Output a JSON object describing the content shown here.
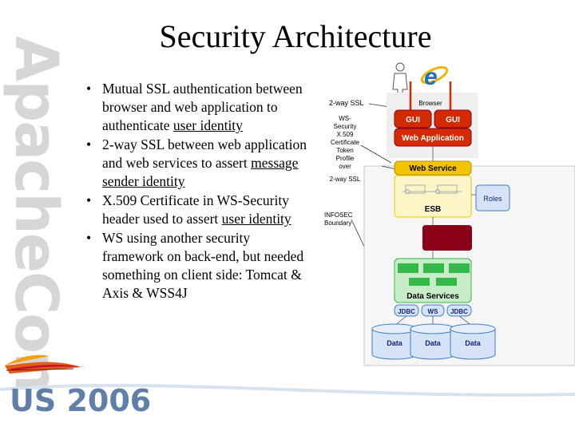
{
  "brand": {
    "sidebar_text": "ApacheCon",
    "footer_text": "US 2006",
    "footer_color": "#5f7ea8",
    "sidebar_color": "#d6d6d6"
  },
  "slide": {
    "title": "Security Architecture"
  },
  "bullets": [
    {
      "parts": [
        "Mutual SSL authentication between browser and web application to authenticate ",
        "user identity",
        ""
      ]
    },
    {
      "parts": [
        "2-way SSL between web application and web services to assert ",
        "message sender identity",
        ""
      ]
    },
    {
      "parts": [
        "X.509 Certificate in WS-Security header used to assert ",
        "user identity",
        ""
      ]
    },
    {
      "parts": [
        "WS using another security framework on back-end, but needed something on client side: Tomcat & Axis & WSS4J",
        "",
        ""
      ]
    }
  ],
  "diagram": {
    "annotations": {
      "two_way_ssl_top": "2-way SSL",
      "ws_security": [
        "WS-",
        "Security",
        "X.509",
        "Certificate",
        "Token",
        "Profile",
        "over",
        "2-way SSL"
      ],
      "infosec": [
        "INFOSEC",
        "Boundary"
      ]
    },
    "browser_label": "Browser",
    "gui_1": "GUI",
    "gui_2": "GUI",
    "web_application": "Web Application",
    "web_service": "Web Service",
    "esb": "ESB",
    "roles": "Roles",
    "data_services": "Data Services",
    "jdbc_1": "JDBC",
    "ws": "WS",
    "jdbc_2": "JDBC",
    "data_1": "Data",
    "data_2": "Data",
    "data_3": "Data",
    "colors": {
      "red": "#d42a00",
      "dark_red": "#8b0016",
      "yellow": "#f5c400",
      "light_yellow": "#fbf5c8",
      "green": "#33b84a",
      "light_green": "#c8ecc8",
      "blue": "#3a7fc8",
      "light_blue": "#d6e2f5",
      "navy": "#1a237e"
    }
  }
}
